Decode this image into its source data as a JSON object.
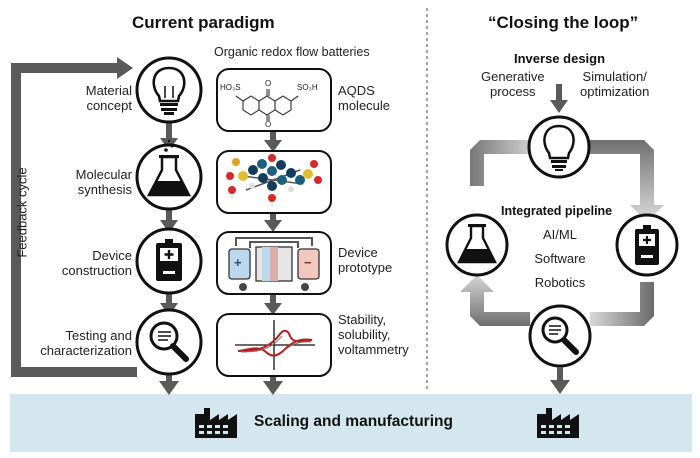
{
  "left_panel": {
    "title": "Current paradigm",
    "subtitle": "Organic redox flow batteries",
    "feedback_label": "Feedback cycle",
    "steps": [
      {
        "label_lines": [
          "Material",
          "concept"
        ],
        "icon": "lightbulb-icon"
      },
      {
        "label_lines": [
          "Molecular",
          "synthesis"
        ],
        "icon": "flask-icon"
      },
      {
        "label_lines": [
          "Device",
          "construction"
        ],
        "icon": "battery-icon"
      },
      {
        "label_lines": [
          "Testing and",
          "characterization"
        ],
        "icon": "magnifier-icon"
      }
    ],
    "examples": [
      {
        "label_lines": [
          "AQDS",
          "molecule"
        ],
        "image": "aqds-structure"
      },
      {
        "label_lines": [
          ""
        ],
        "image": "aqds-3d-model"
      },
      {
        "label_lines": [
          "Device",
          "prototype"
        ],
        "image": "flow-battery-prototype"
      },
      {
        "label_lines": [
          "Stability,",
          "solubility,",
          "voltammetry"
        ],
        "image": "voltammogram"
      }
    ],
    "molecule_atoms": {
      "so3h": "SO₃H",
      "ho3s": "HO₃S",
      "o": "O"
    },
    "prototype_signs": {
      "plus": "+",
      "minus": "−"
    }
  },
  "right_panel": {
    "title": "“Closing the loop”",
    "inverse_design": "Inverse design",
    "generative": [
      "Generative",
      "process"
    ],
    "simulation": [
      "Simulation/",
      "optimization"
    ],
    "pipeline_title": "Integrated pipeline",
    "pipeline_items": [
      "AI/ML",
      "Software",
      "Robotics"
    ]
  },
  "footer": {
    "label": "Scaling and manufacturing",
    "icon": "factory-icon",
    "color": "#d4e6ee"
  },
  "colors": {
    "arrow": "#5a5a5a",
    "icon_fill": "#111111",
    "divider": "#777777",
    "beaker": "#d62a2a"
  }
}
